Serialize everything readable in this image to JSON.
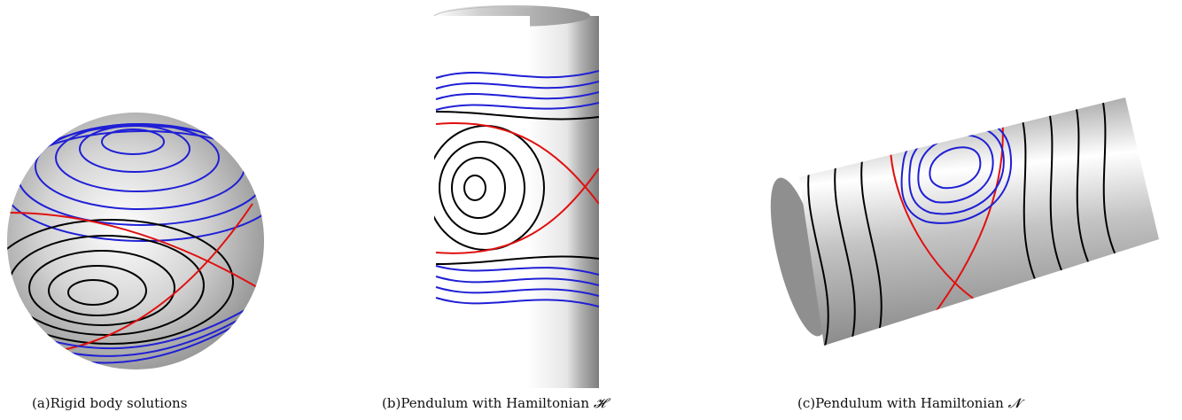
{
  "colors": {
    "surface_light": "#f2f2f2",
    "surface_mid": "#b8b8b8",
    "surface_dark": "#8a8a8a",
    "orbit_blue": "#1f1fd6",
    "orbit_black": "#000000",
    "separatrix_red": "#e01010"
  },
  "panels": [
    {
      "id": "a",
      "caption_label": "(a)",
      "caption_text": "Rigid body solutions",
      "caption_symbol": ""
    },
    {
      "id": "b",
      "caption_label": "(b)",
      "caption_text": "Pendulum with Hamiltonian ",
      "caption_symbol": "𝓗"
    },
    {
      "id": "c",
      "caption_label": "(c)",
      "caption_text": "Pendulum with Hamiltonian ",
      "caption_symbol": "𝓝"
    }
  ]
}
